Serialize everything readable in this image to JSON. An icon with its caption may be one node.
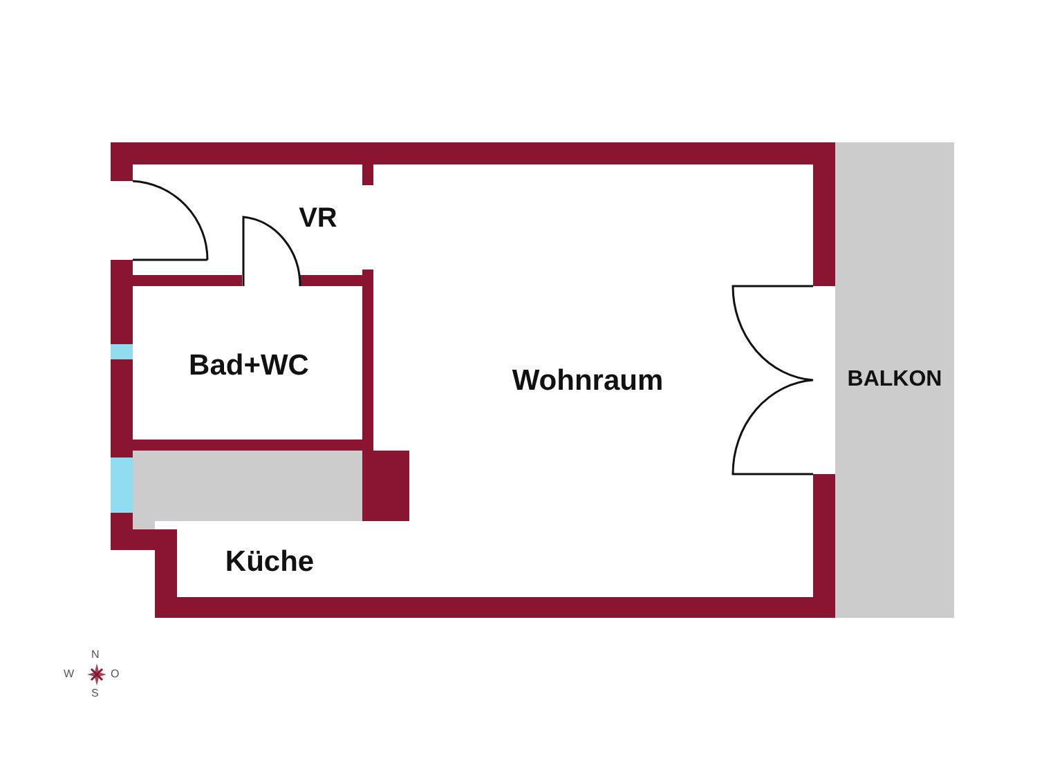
{
  "diagram": {
    "nodes": [
      {
        "text": [
          "VR"
        ]
      },
      {
        "text": [
          "Bad+WC"
        ]
      },
      {
        "text": [
          "Wohnraum"
        ]
      },
      {
        "text": [
          "Küche"
        ]
      },
      {
        "text": [
          "BALKON"
        ]
      }
    ],
    "labels": [
      "N",
      "W",
      "O",
      "S"
    ]
  }
}
